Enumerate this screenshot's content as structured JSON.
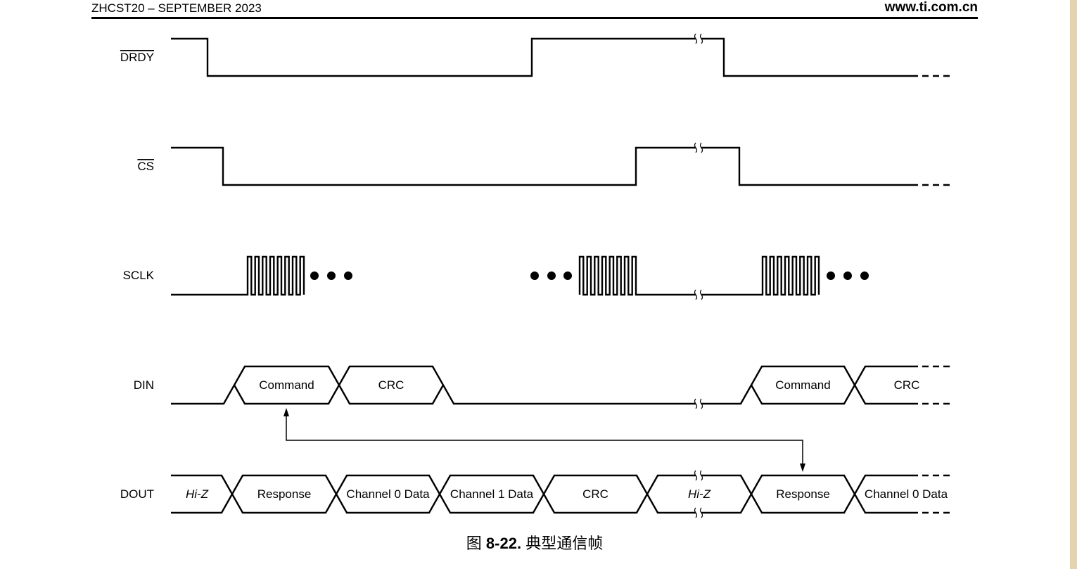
{
  "header": {
    "doc_info": "ZHCST20 – SEPTEMBER 2023",
    "website": "www.ti.com.cn"
  },
  "figure": {
    "signals": {
      "drdy": {
        "label": "DRDY",
        "overline": true
      },
      "cs": {
        "label": "CS",
        "overline": true
      },
      "sclk": {
        "label": "SCLK",
        "overline": false
      },
      "din": {
        "label": "DIN",
        "overline": false
      },
      "dout": {
        "label": "DOUT",
        "overline": false
      }
    },
    "din_fields": [
      {
        "label": "Command"
      },
      {
        "label": "CRC"
      },
      {
        "label": "Command"
      },
      {
        "label": "CRC"
      }
    ],
    "dout_fields": [
      {
        "label": "Hi-Z",
        "italic": true
      },
      {
        "label": "Response",
        "italic": false
      },
      {
        "label": "Channel 0 Data",
        "italic": false
      },
      {
        "label": "Channel 1 Data",
        "italic": false
      },
      {
        "label": "CRC",
        "italic": false
      },
      {
        "label": "Hi-Z",
        "italic": true
      },
      {
        "label": "Response",
        "italic": false
      },
      {
        "label": "Channel 0 Data",
        "italic": false
      }
    ]
  },
  "caption": {
    "prefix": "图",
    "number": "8-22.",
    "title": "典型通信帧"
  },
  "colors": {
    "ink": "#000000",
    "page_edge": "#e4d4ae"
  }
}
